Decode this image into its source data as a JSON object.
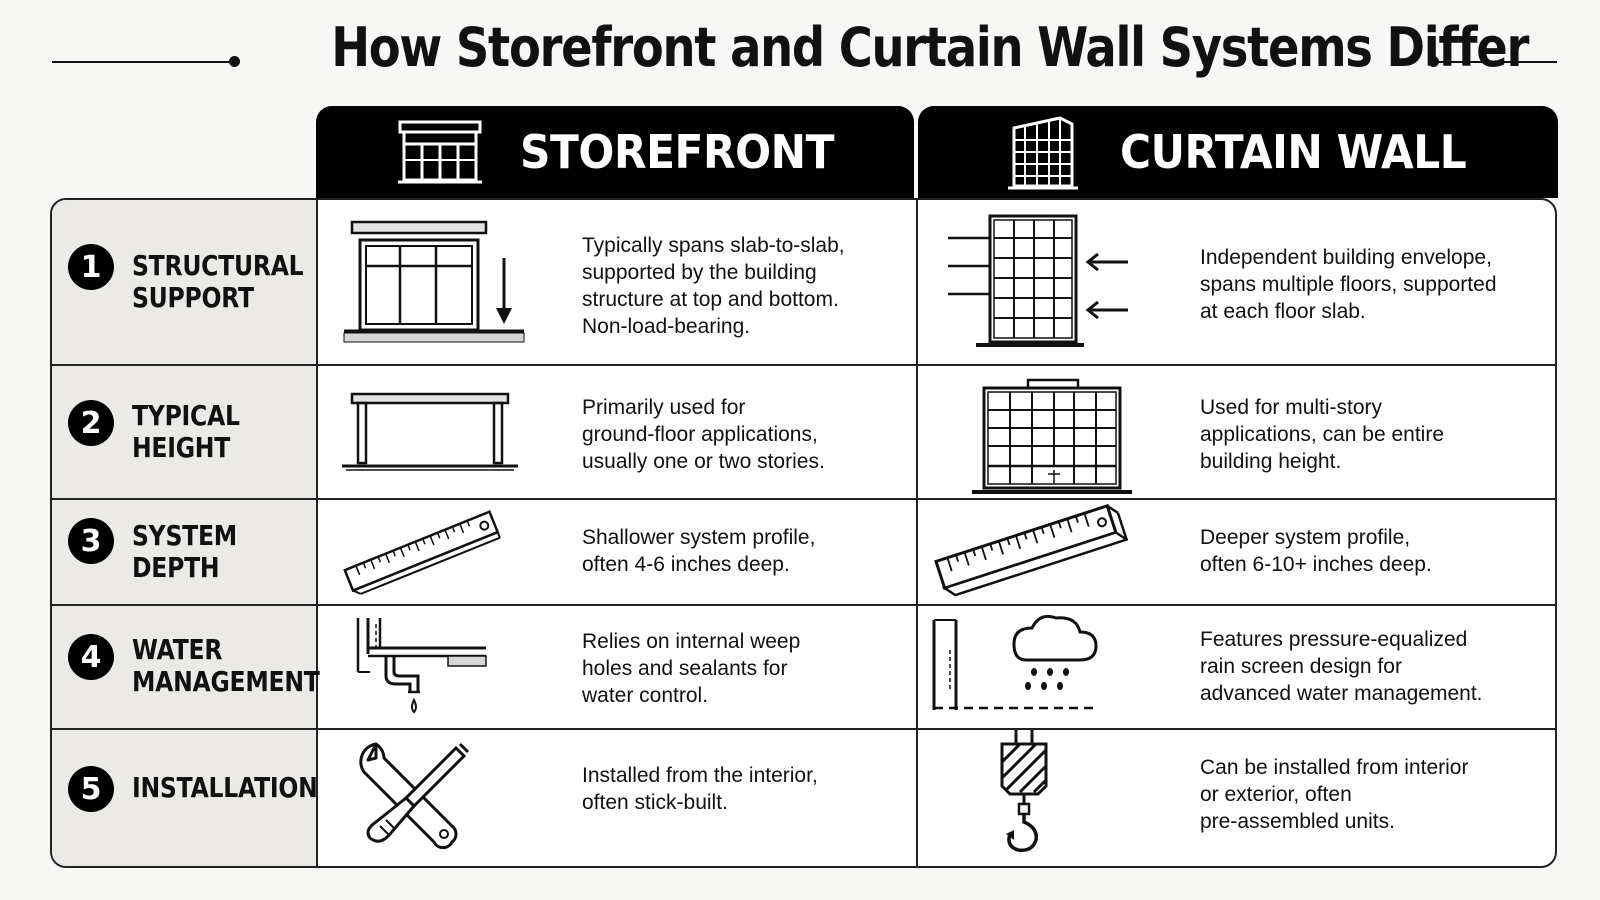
{
  "title": "How Storefront and Curtain Wall Systems Differ",
  "columns": {
    "storefront": {
      "label": "STOREFRONT",
      "icon": "storefront-icon"
    },
    "curtain_wall": {
      "label": "CURTAIN WALL",
      "icon": "building-grid-icon"
    }
  },
  "rows": [
    {
      "number": "1",
      "label": "STRUCTURAL\nSUPPORT",
      "storefront": {
        "icon": "storefront-slab-arrow-icon",
        "text": "Typically spans slab-to-slab,\nsupported by the building\nstructure at top and bottom.\nNon-load-bearing."
      },
      "curtain_wall": {
        "icon": "curtain-wall-load-arrows-icon",
        "text": "Independent building envelope,\nspans multiple floors, supported\nat each floor slab."
      }
    },
    {
      "number": "2",
      "label": "TYPICAL\nHEIGHT",
      "storefront": {
        "icon": "ground-floor-frame-icon",
        "text": "Primarily used for\nground-floor applications,\nusually one or two stories."
      },
      "curtain_wall": {
        "icon": "multistory-building-icon",
        "text": "Used for multi-story\napplications, can be entire\nbuilding height."
      }
    },
    {
      "number": "3",
      "label": "SYSTEM\nDEPTH",
      "storefront": {
        "icon": "thin-ruler-icon",
        "text": "Shallower system profile,\noften 4-6 inches deep."
      },
      "curtain_wall": {
        "icon": "deep-ruler-icon",
        "text": "Deeper system profile,\noften 6-10+ inches deep."
      }
    },
    {
      "number": "4",
      "label": "WATER\nMANAGEMENT",
      "storefront": {
        "icon": "weep-hole-drain-icon",
        "text": "Relies on internal weep\nholes and sealants for\nwater control."
      },
      "curtain_wall": {
        "icon": "rain-cloud-icon",
        "text": "Features pressure-equalized\nrain screen design for\nadvanced water management."
      }
    },
    {
      "number": "5",
      "label": "INSTALLATION",
      "storefront": {
        "icon": "wrench-screwdriver-icon",
        "text": "Installed from the interior,\noften stick-built."
      },
      "curtain_wall": {
        "icon": "crane-hook-icon",
        "text": "Can be installed from interior\nor exterior, often\npre-assembled units."
      }
    }
  ]
}
